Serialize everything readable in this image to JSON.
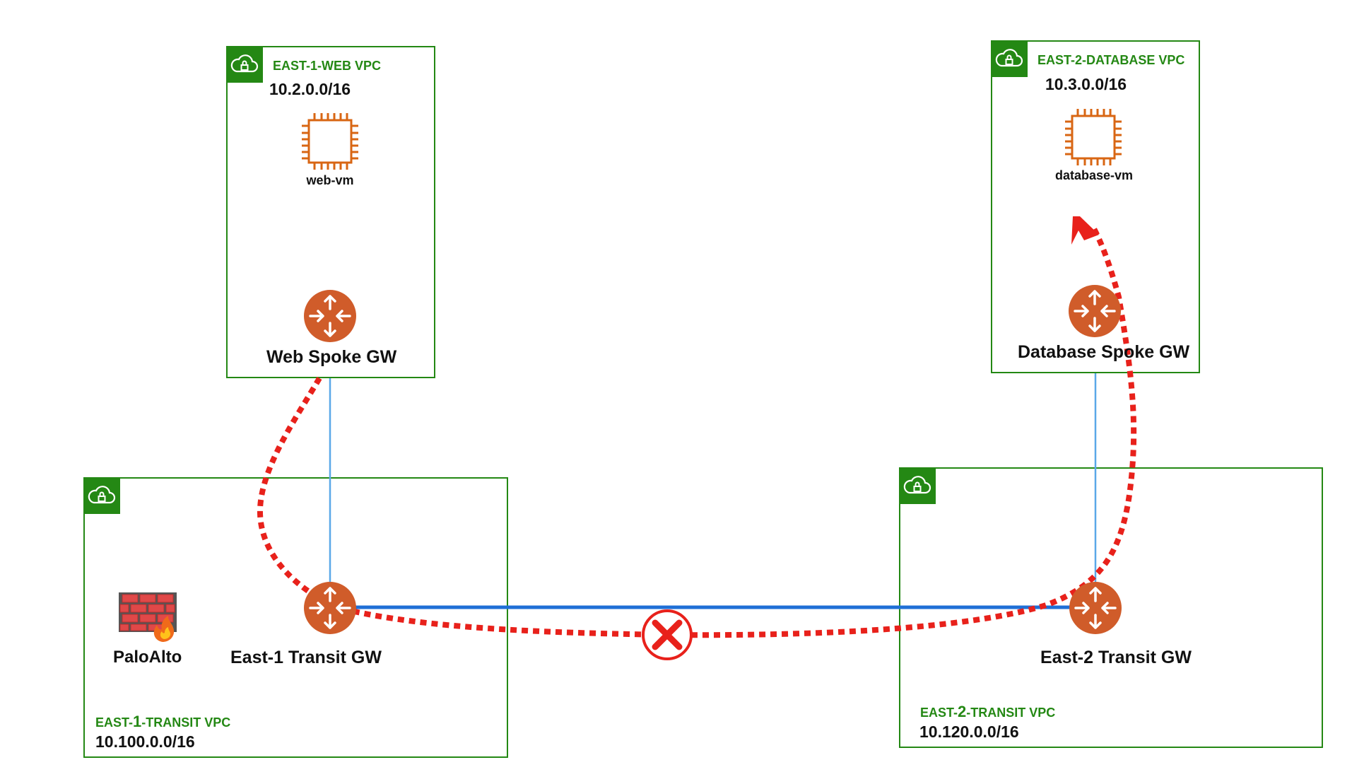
{
  "colors": {
    "vpc_green": "#248814",
    "router_orange": "#D05C2A",
    "chip_orange": "#D86613",
    "link_blue": "#1F6FD6",
    "spoke_link_blue": "#5AA8E8",
    "path_red": "#E8211B"
  },
  "vpcs": {
    "east1_web": {
      "name": "EAST-1-WEB  VPC",
      "cidr": "10.2.0.0/16"
    },
    "east2_database": {
      "name": "EAST-2-DATABASE  VPC",
      "cidr": "10.3.0.0/16"
    },
    "east1_transit": {
      "name_prefix": "EAST-",
      "name_num": "1",
      "name_suffix": "-TRANSIT  VPC",
      "cidr": "10.100.0.0/16"
    },
    "east2_transit": {
      "name_prefix": "EAST-",
      "name_num": "2",
      "name_suffix": "-TRANSIT  VPC",
      "cidr": "10.120.0.0/16"
    }
  },
  "nodes": {
    "web_vm": {
      "label": "web-vm",
      "icon": "ec2-instance-icon"
    },
    "database_vm": {
      "label": "database-vm",
      "icon": "ec2-instance-icon"
    },
    "web_spoke_gw": {
      "label": "Web Spoke GW",
      "icon": "router-icon"
    },
    "database_spoke_gw": {
      "label": "Database Spoke GW",
      "icon": "router-icon"
    },
    "east1_transit_gw": {
      "label": "East-1 Transit GW",
      "icon": "router-icon"
    },
    "east2_transit_gw": {
      "label": "East-2 Transit GW",
      "icon": "router-icon"
    },
    "paloalto": {
      "label": "PaloAlto",
      "icon": "firewall-icon"
    }
  },
  "markers": {
    "blocked_link": {
      "icon": "blocked-x-icon"
    }
  }
}
